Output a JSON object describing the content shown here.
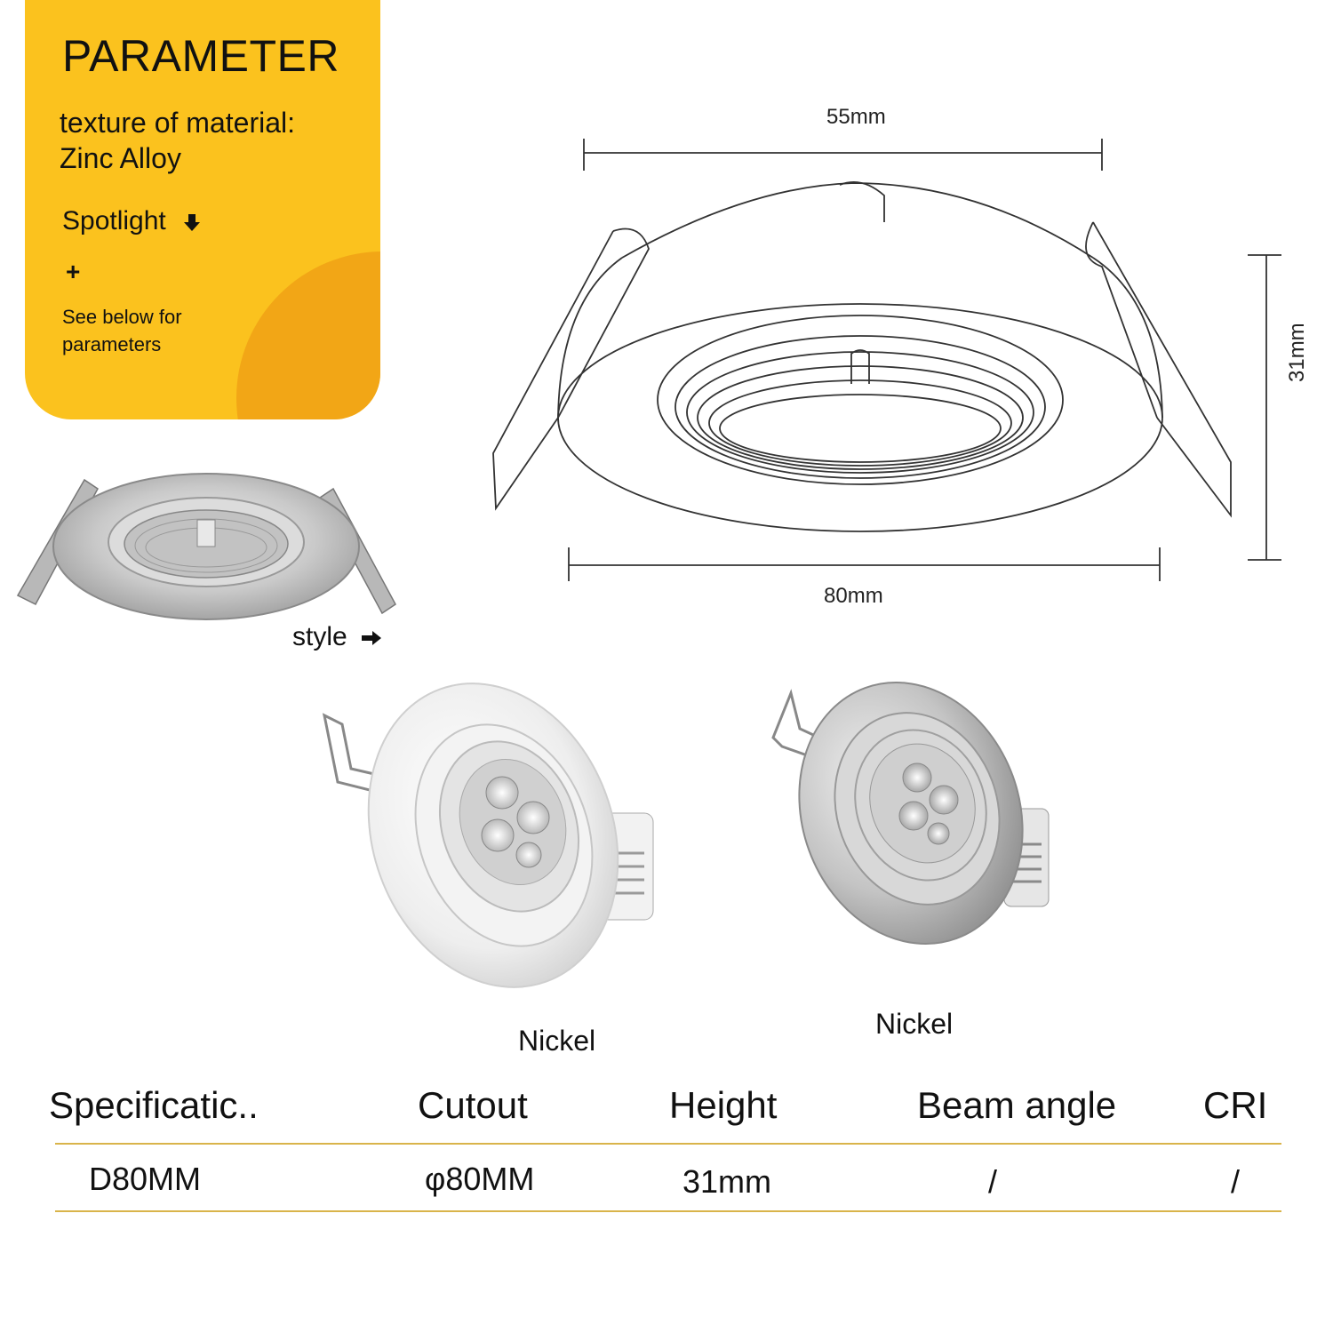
{
  "parameter_card": {
    "title": "PARAMETER",
    "material_label": "texture of material:",
    "material_value": "Zinc Alloy",
    "spotlight": "Spotlight",
    "plus": "+",
    "see_below": "See below for parameters",
    "accent_color": "#fbc21e",
    "circle_color": "#f2a616"
  },
  "style_label": "style",
  "dimensions": {
    "top_width": "55mm",
    "bottom_width": "80mm",
    "height": "31mm"
  },
  "products": [
    {
      "caption": "Nickel",
      "finish": "white"
    },
    {
      "caption": "Nickel",
      "finish": "brushed nickel"
    }
  ],
  "table": {
    "headers": [
      "Specificatic..",
      "Cutout",
      "Height",
      "Beam angle",
      "CRI"
    ],
    "row": [
      "D80MM",
      "φ80MM",
      "31mm",
      "/",
      "/"
    ],
    "rule_color": "#d9b44a"
  }
}
